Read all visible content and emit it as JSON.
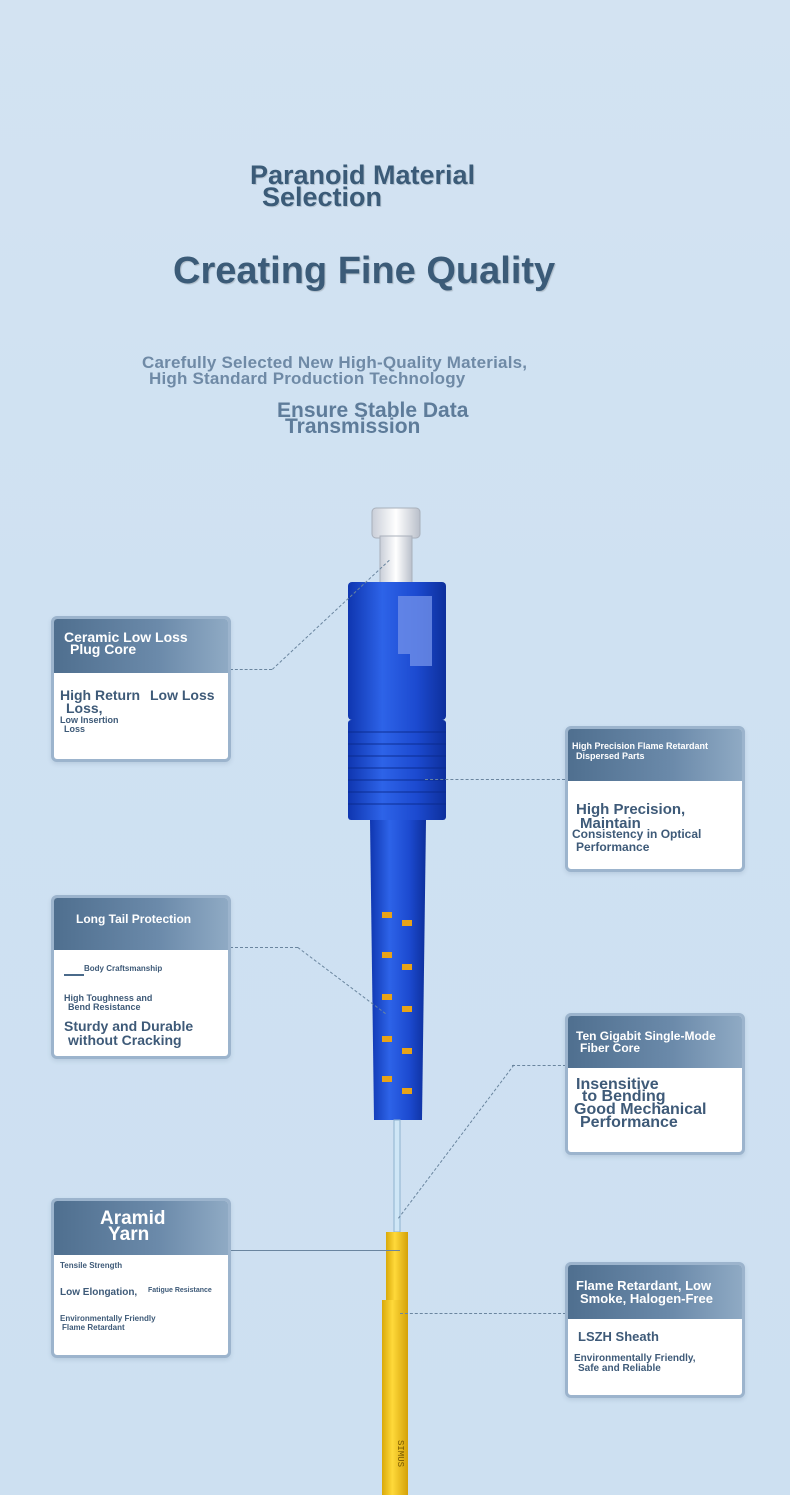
{
  "heading": {
    "line1": "Paranoid Material",
    "line2": "Selection",
    "title": "Creating Fine Quality",
    "sub1": "Carefully Selected New High-Quality Materials,",
    "sub2": "High Standard Production Technology",
    "sub3": "Ensure Stable Data",
    "sub4": "Transmission"
  },
  "cards": {
    "ceramic": {
      "title1": "Ceramic Low Loss",
      "title2": "Plug Core",
      "b1": "High Return",
      "b2": "Low Loss",
      "b3": "Loss,",
      "b4": "Low Insertion",
      "b5": "Loss"
    },
    "flame_parts": {
      "title1": "High Precision Flame Retardant",
      "title2": "Dispersed Parts",
      "b1": "High Precision,",
      "b2": "Maintain",
      "b3": "Consistency in Optical",
      "b4": "Performance"
    },
    "tail": {
      "title": "Long Tail Protection",
      "b1": "Body Craftsmanship",
      "b2": "High Toughness and",
      "b3": "Bend Resistance",
      "b4": "Sturdy and Durable",
      "b5": "without Cracking"
    },
    "fiber": {
      "title1": "Ten Gigabit Single-Mode",
      "title2": "Fiber Core",
      "b1": "Insensitive",
      "b2": "to Bending",
      "b3": "Good Mechanical",
      "b4": "Performance"
    },
    "aramid": {
      "title1": "Aramid",
      "title2": "Yarn",
      "b1": "Tensile Strength",
      "b2": "Low Elongation,",
      "b3": "Fatigue Resistance",
      "b4": "Environmentally Friendly",
      "b5": "Flame Retardant"
    },
    "sheath": {
      "title1": "Flame Retardant, Low",
      "title2": "Smoke, Halogen-Free",
      "b1": "LSZH Sheath",
      "b2": "Environmentally Friendly,",
      "b3": "Safe and Reliable"
    }
  },
  "cable_print": "SIMUS",
  "colors": {
    "connector_blue": "#1f4fd6",
    "jacket_yellow": "#f3c51a",
    "card_header": "#5a7a9a",
    "heading": "#3b5b78"
  }
}
